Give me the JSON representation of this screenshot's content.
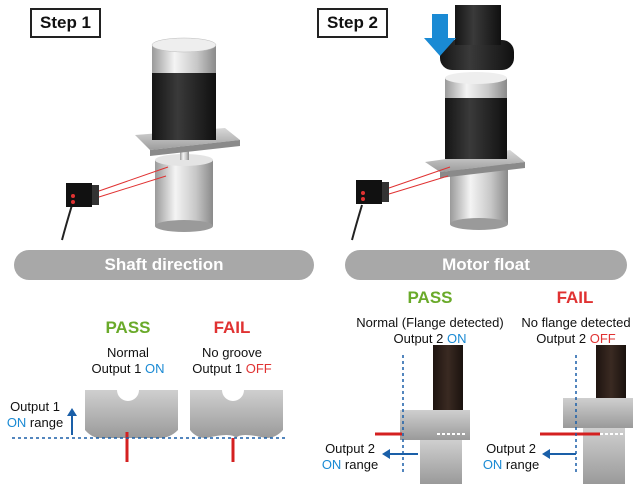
{
  "step1": {
    "label": "Step 1"
  },
  "step2": {
    "label": "Step 2"
  },
  "banner_left": "Shaft direction",
  "banner_right": "Motor float",
  "shaft": {
    "pass": "PASS",
    "pass_line1": "Normal",
    "pass_line2_a": "Output 1 ",
    "pass_line2_b": "ON",
    "fail": "FAIL",
    "fail_line1": "No groove",
    "fail_line2_a": "Output 1 ",
    "fail_line2_b": "OFF",
    "range_a": "Output 1",
    "range_b1": "ON",
    "range_b2": " range"
  },
  "motor": {
    "pass": "PASS",
    "pass_line1": "Normal (Flange detected)",
    "pass_line2_a": "Output 2 ",
    "pass_line2_b": "ON",
    "fail": "FAIL",
    "fail_line1": "No flange detected",
    "fail_line2_a": "Output 2 ",
    "fail_line2_b": "OFF",
    "range_a": "Output 2",
    "range_b1": "ON",
    "range_b2": " range",
    "range2_a": "Output 2",
    "range2_b1": "ON",
    "range2_b2": " range"
  },
  "colors": {
    "pass": "#6aaa2a",
    "fail": "#e03232",
    "on": "#1a8ad4",
    "banner": "#a8a8a8"
  }
}
